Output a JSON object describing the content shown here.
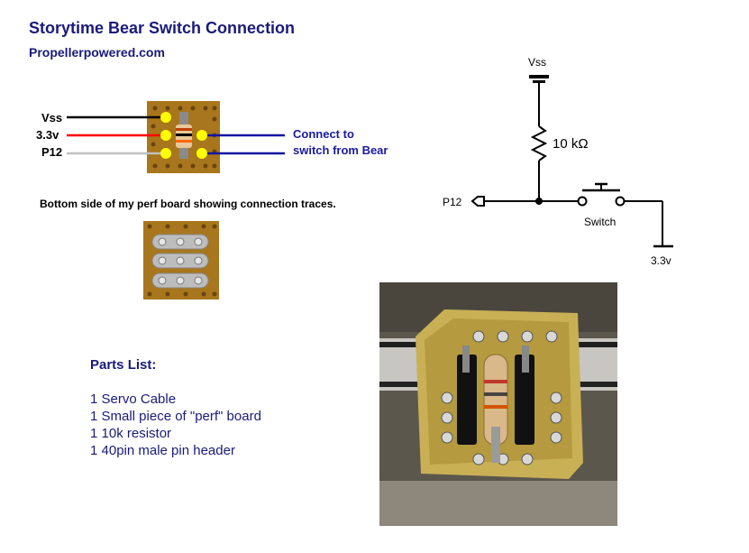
{
  "header": {
    "title": "Storytime Bear Switch Connection",
    "website": "Propellerpowered.com"
  },
  "wiring": {
    "labels": [
      "Vss",
      "3.3v",
      "P12"
    ],
    "wire_colors": [
      "#000000",
      "#ff0000",
      "#c0c0c0"
    ],
    "connect_lines": [
      "Connect to",
      "switch from Bear"
    ],
    "connect_color": "#1414a0"
  },
  "caption": "Bottom side of my perf board showing connection traces.",
  "parts": {
    "heading": "Parts List:",
    "items": [
      "1 Servo Cable",
      "1 Small piece of \"perf\" board",
      "1 10k resistor",
      "1 40pin male pin header"
    ]
  },
  "schematic": {
    "vss_label": "Vss",
    "resistor_label": "10 kΩ",
    "pin_label": "P12",
    "switch_label": "Switch",
    "supply_label": "3.3v"
  },
  "colors": {
    "title": "#1a1a7a",
    "board": "#a8761c",
    "pad": "#ffff00"
  }
}
